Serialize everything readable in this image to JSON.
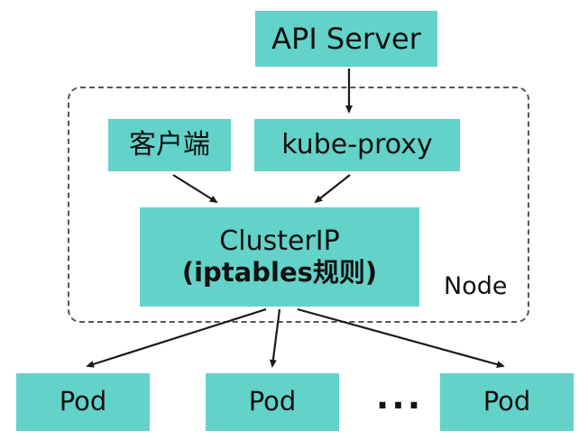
{
  "diagram": {
    "colors": {
      "box_fill": "#63d2c9",
      "arrow": "#1a1a1a",
      "dashed_border": "#555555",
      "background": "#ffffff"
    },
    "nodes": {
      "api_server": {
        "label": "API Server"
      },
      "client": {
        "label": "客户端"
      },
      "kube_proxy": {
        "label": "kube-proxy"
      },
      "cluster_ip": {
        "line1": "ClusterIP",
        "line2": "(iptables规则)"
      },
      "node_boundary_label": "Node",
      "ellipsis": "..."
    },
    "pods": [
      "Pod",
      "Pod",
      "Pod"
    ],
    "edges": [
      "api_server -> kube_proxy",
      "client -> cluster_ip",
      "kube_proxy -> cluster_ip",
      "cluster_ip -> pod1",
      "cluster_ip -> pod2",
      "cluster_ip -> pod3"
    ]
  }
}
